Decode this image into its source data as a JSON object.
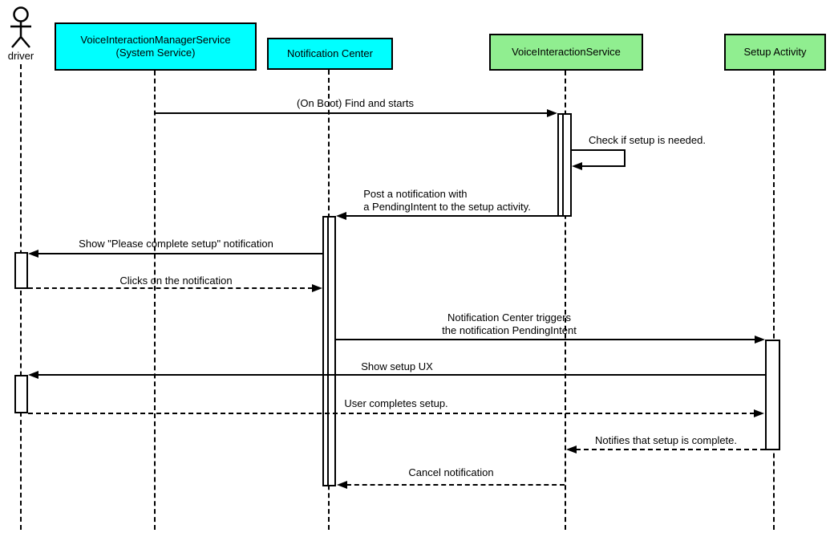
{
  "colors": {
    "cyan": "#00FFFF",
    "green": "#90EE90",
    "line": "#000000",
    "background": "#FFFFFF"
  },
  "actor": {
    "label": "driver"
  },
  "participants": {
    "vims": {
      "label": "VoiceInteractionManagerService\n(System Service)"
    },
    "nc": {
      "label": "Notification Center"
    },
    "vis": {
      "label": "VoiceInteractionService"
    },
    "sa": {
      "label": "Setup Activity"
    }
  },
  "messages": {
    "boot": {
      "label": "(On Boot) Find and starts",
      "from": "VoiceInteractionManagerService (System Service)",
      "to": "VoiceInteractionService",
      "type": "solid"
    },
    "check": {
      "label": "Check if setup is needed.",
      "from": "VoiceInteractionService",
      "to": "VoiceInteractionService",
      "type": "solid-self"
    },
    "post": {
      "label": "Post a notification with\na PendingIntent to the setup activity.",
      "from": "VoiceInteractionService",
      "to": "Notification Center",
      "type": "solid"
    },
    "shownotif": {
      "label": "Show \"Please complete setup\" notification",
      "from": "Notification Center",
      "to": "driver",
      "type": "solid"
    },
    "clicks": {
      "label": "Clicks on the notification",
      "from": "driver",
      "to": "Notification Center",
      "type": "dashed"
    },
    "triggers": {
      "label": "Notification Center triggers\nthe notification PendingIntent",
      "from": "Notification Center",
      "to": "Setup Activity",
      "type": "solid"
    },
    "showux": {
      "label": "Show setup UX",
      "from": "Setup Activity",
      "to": "driver",
      "type": "solid"
    },
    "completes": {
      "label": "User completes setup.",
      "from": "driver",
      "to": "Setup Activity",
      "type": "dashed"
    },
    "notifies": {
      "label": "Notifies that setup is complete.",
      "from": "Setup Activity",
      "to": "VoiceInteractionService",
      "type": "dashed"
    },
    "cancel": {
      "label": "Cancel notification",
      "from": "VoiceInteractionService",
      "to": "Notification Center",
      "type": "dashed"
    }
  }
}
